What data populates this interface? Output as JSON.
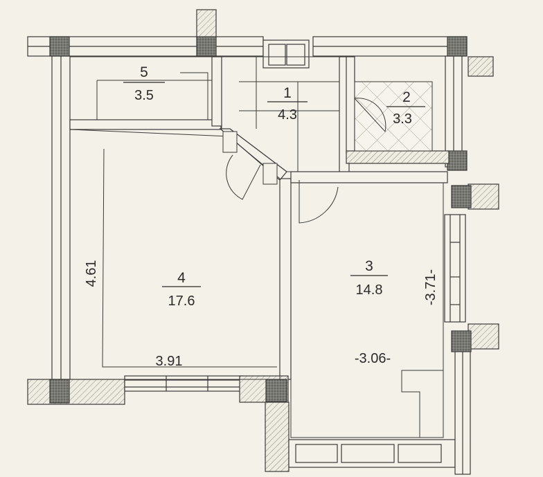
{
  "rooms": [
    {
      "number": "5",
      "area": "3.5"
    },
    {
      "number": "1",
      "area": "4.3"
    },
    {
      "number": "2",
      "area": "3.3"
    },
    {
      "number": "4",
      "area": "17.6"
    },
    {
      "number": "3",
      "area": "14.8"
    }
  ],
  "dimensions": {
    "room4_height": "4.61",
    "room4_width": "3.91",
    "room3_height": "-3.71-",
    "room3_width": "-3.06-"
  },
  "colors": {
    "background": "#f3f1e8",
    "wall_line": "#3a3a3a",
    "hatch": "#8a8a80",
    "column_fill": "#6e6e68",
    "tile": "#b9b6ac"
  }
}
